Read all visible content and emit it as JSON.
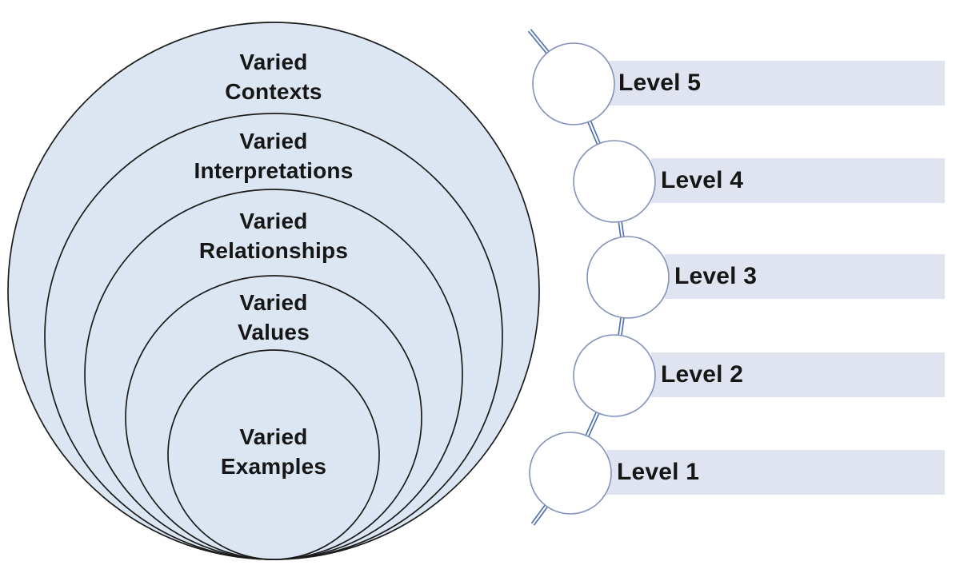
{
  "diagram": {
    "rings": [
      {
        "line1": "Varied",
        "line2": "Contexts"
      },
      {
        "line1": "Varied",
        "line2": "Interpretations"
      },
      {
        "line1": "Varied",
        "line2": "Relationships"
      },
      {
        "line1": "Varied",
        "line2": "Values"
      },
      {
        "line1": "Varied",
        "line2": "Examples"
      }
    ],
    "levels": [
      {
        "label": "Level 5"
      },
      {
        "label": "Level 4"
      },
      {
        "label": "Level 3"
      },
      {
        "label": "Level 2"
      },
      {
        "label": "Level 1"
      }
    ]
  },
  "colors": {
    "ring_fill": "#dce6f2",
    "ring_stroke": "#1b1b1b",
    "bar_fill": "#dfe4f0",
    "node_fill": "#ffffff",
    "node_stroke": "#8292bc",
    "chain": "#4e6fad",
    "chain_core": "#ffffff",
    "text": "#161616",
    "bg": "#ffffff"
  }
}
